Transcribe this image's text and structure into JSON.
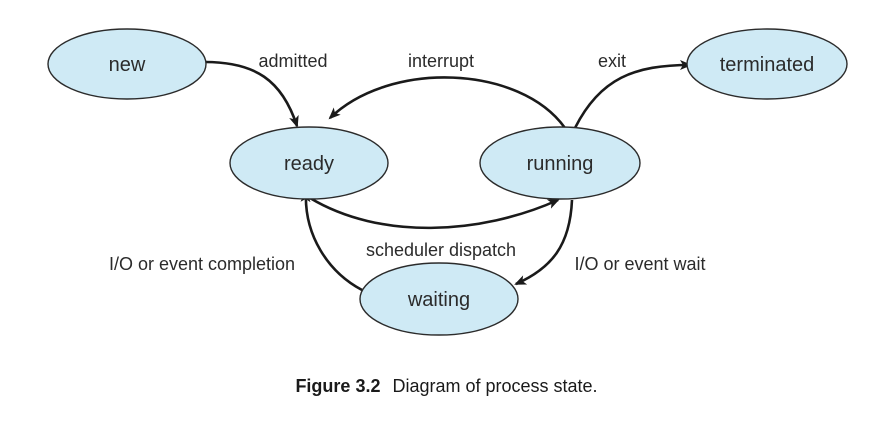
{
  "diagram": {
    "fill_color": "#cfeaf5",
    "states": {
      "new": "new",
      "ready": "ready",
      "running": "running",
      "waiting": "waiting",
      "terminated": "terminated"
    },
    "transitions": {
      "admitted": "admitted",
      "interrupt": "interrupt",
      "exit": "exit",
      "scheduler_dispatch": "scheduler dispatch",
      "io_completion": "I/O or event completion",
      "io_wait": "I/O or event wait"
    }
  },
  "caption": {
    "number": "Figure 3.2",
    "text": "Diagram of process state."
  }
}
